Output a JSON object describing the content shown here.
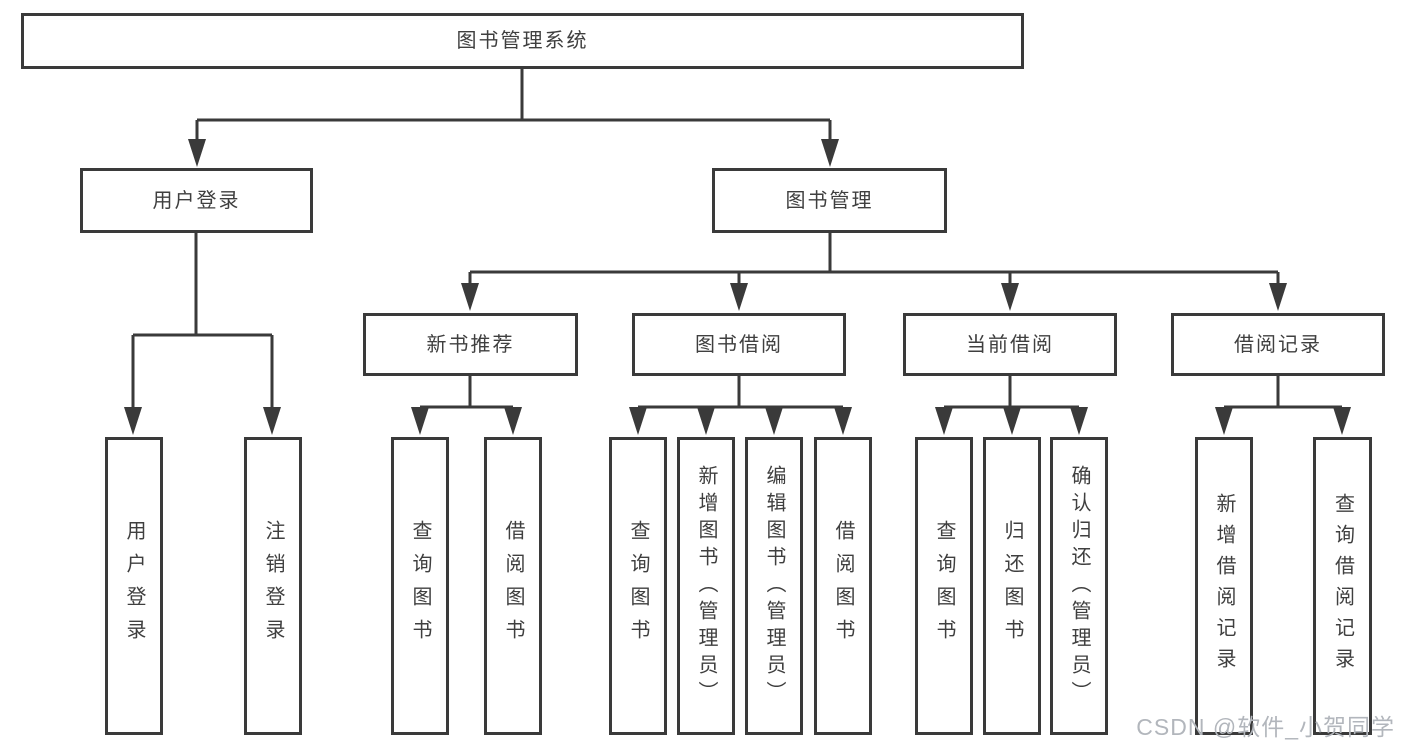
{
  "diagram": {
    "type": "hierarchy-tree",
    "root": {
      "label": "图书管理系统"
    },
    "level2": [
      {
        "id": "user_login",
        "label": "用户登录"
      },
      {
        "id": "book_mgmt",
        "label": "图书管理"
      }
    ],
    "level3": [
      {
        "id": "new_book_rec",
        "label": "新书推荐",
        "parent": "图书管理"
      },
      {
        "id": "book_borrow",
        "label": "图书借阅",
        "parent": "图书管理"
      },
      {
        "id": "current_borrow",
        "label": "当前借阅",
        "parent": "图书管理"
      },
      {
        "id": "borrow_record",
        "label": "借阅记录",
        "parent": "图书管理"
      }
    ],
    "leaves": {
      "user_login": [
        "用户登录",
        "注销登录"
      ],
      "new_book_rec": [
        "查询图书",
        "借阅图书"
      ],
      "book_borrow": [
        "查询图书",
        "新增图书（管理员）",
        "编辑图书（管理员）",
        "借阅图书"
      ],
      "current_borrow": [
        "查询图书",
        "归还图书",
        "确认归还（管理员）"
      ],
      "borrow_record": [
        "新增借阅记录",
        "查询借阅记录"
      ]
    },
    "colors": {
      "border": "#3a3a3a",
      "line": "#3a3a3a",
      "text": "#3f3f3f",
      "background": "#ffffff",
      "watermark": "#b2b6bc"
    }
  },
  "watermark": {
    "text": "CSDN @软件_小贺同学"
  }
}
